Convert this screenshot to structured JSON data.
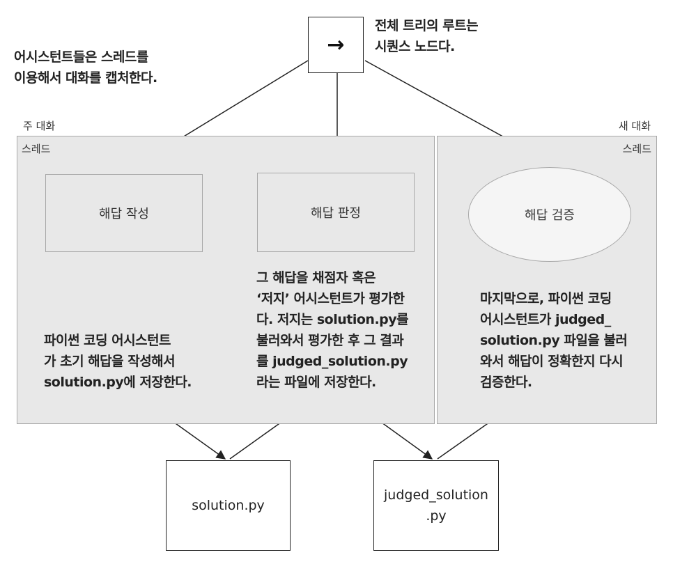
{
  "root_node": {
    "symbol": "→"
  },
  "root_note": [
    "전체 트리의 루트는",
    "시퀀스 노드다."
  ],
  "thread_note": [
    "어시스턴트들은 스레드를",
    "이용해서 대화를 캡처한다."
  ],
  "main_conversation": {
    "title": "주 대화",
    "thread_label": "스레드",
    "write_task": "해답 작성",
    "judge_task": "해답 판정",
    "write_desc": [
      "파이썬 코딩 어시스턴트",
      "가 초기 해답을 작성해서",
      "solution.py에 저장한다."
    ],
    "judge_desc": [
      "그 해답을 채점자 혹은",
      "‘저지’ 어시스턴트가 평가한",
      "다. 저지는 solution.py를",
      "불러와서 평가한 후 그 결과",
      "를 judged_solution.py",
      "라는 파일에 저장한다."
    ]
  },
  "new_conversation": {
    "title": "새 대화",
    "thread_label": "스레드",
    "verify_task": "해답 검증",
    "verify_desc": [
      "마지막으로, 파이썬 코딩",
      "어시스턴트가 judged_",
      "solution.py 파일을 불러",
      "와서 해답이 정확한지 다시",
      "검증한다."
    ]
  },
  "files": {
    "solution": "solution.py",
    "judged": [
      "judged_solution",
      ".py"
    ]
  }
}
